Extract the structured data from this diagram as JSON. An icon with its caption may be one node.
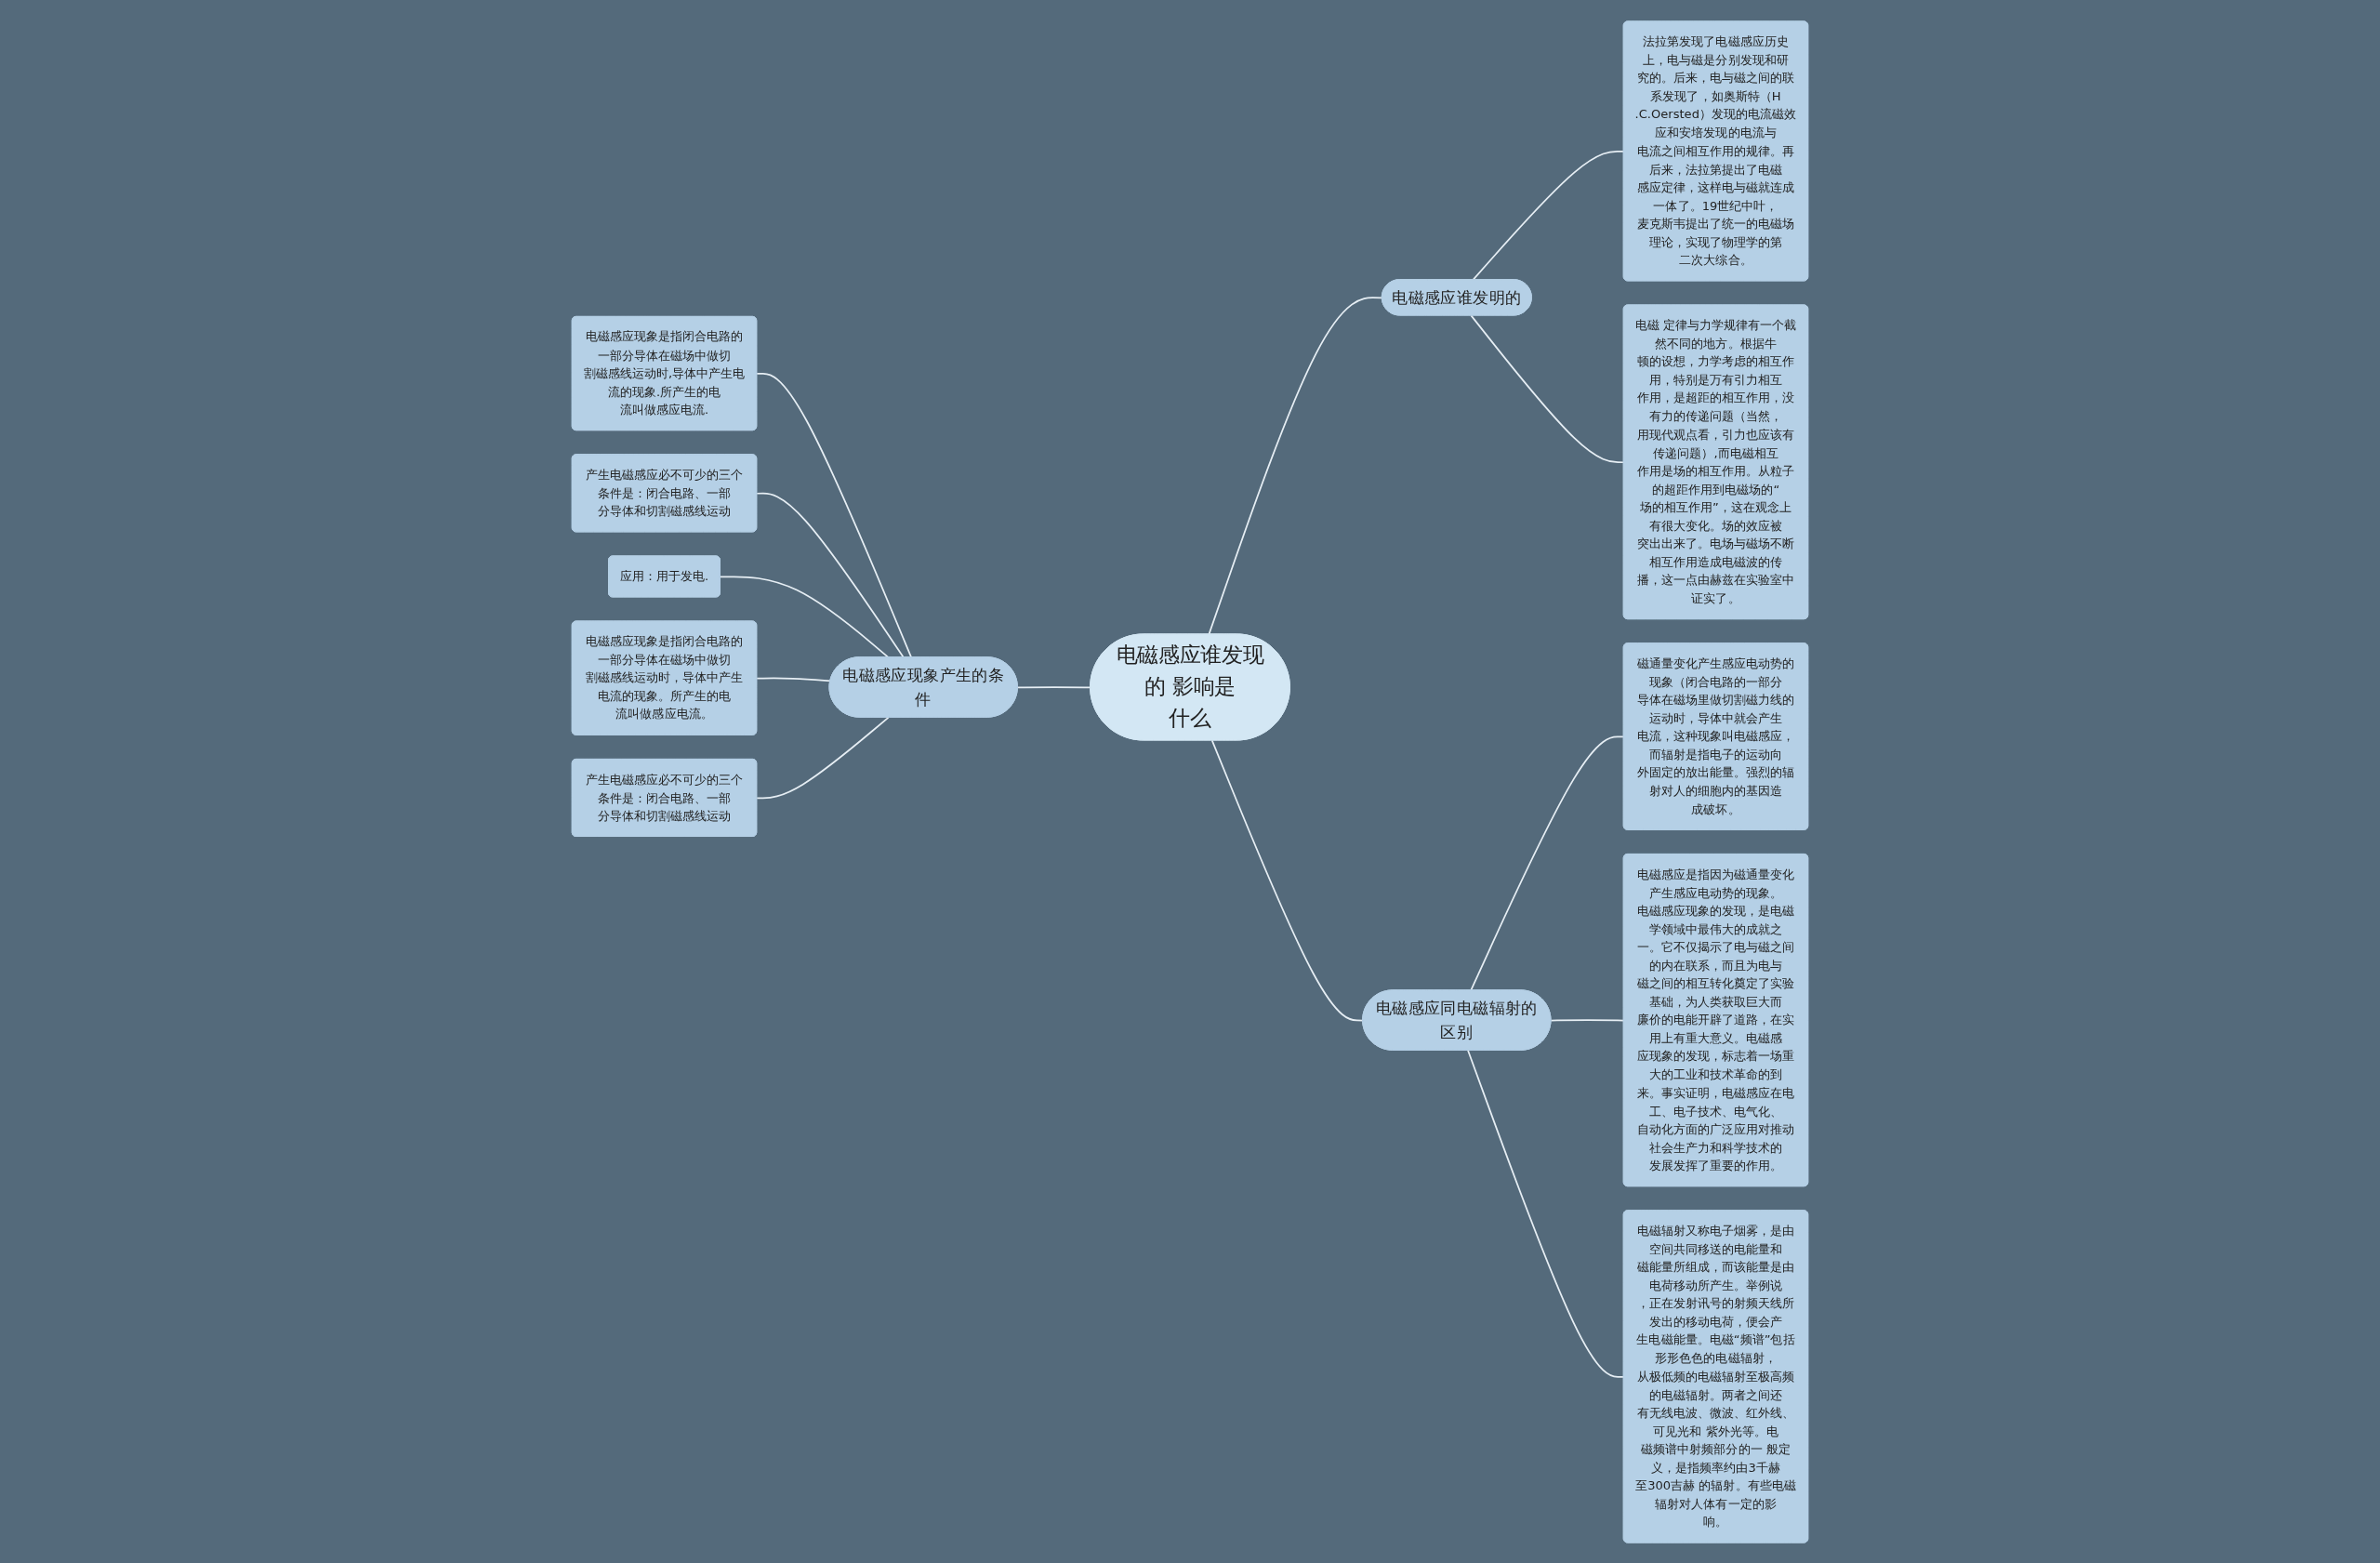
{
  "diagram": {
    "nodes": [
      {
        "text": [
          "电磁感应谁发现的 影响是什么"
        ]
      },
      {
        "text": [
          "电磁感应谁发明的"
        ]
      },
      {
        "text": [
          "法拉第发现了电磁感应历史上，电与磁是分别发现和研究的。后来，电与磁之间的联系发现了，如奥斯特（H.C.Oersted）发现的电流磁效应和安培发现的电流与电流之间相互作用的规律。再后来，法拉第提出了电磁感应定律，这样电与磁就连成一体了。19世纪中叶，麦克斯韦提出了统一的电磁场理论，实现了物理学的第二次大综合。"
        ]
      },
      {
        "text": [
          "电磁 定律与力学规律有一个截然不同的地方。根据牛顿的设想，力学考虑的相互作用，特别是万有引力相互作用，是超距的相互作用，没有力的传递问题（当然，用现代观点看，引力也应该有传递问题）,而电磁相互作用是场的相互作用。从粒子的超距作用到电磁场的“场的相互作用”，这在观念上有很大变化。场的效应被突出出来了。电场与磁场不断相互作用造成电磁波的传播，这一点由赫兹在实验室中证实了。"
        ]
      },
      {
        "text": [
          "电磁感应同电磁辐射的区别"
        ]
      },
      {
        "text": [
          "磁通量变化产生感应电动势的现象（闭合电路的一部分导体在磁场里做切割磁力线的运动时，导体中就会产生电流，这种现象叫电磁感应，而辐射是指电子的运动向外固定的放出能量。强烈的辐射对人的细胞内的基因造成破坏。"
        ]
      },
      {
        "text": [
          "电磁感应是指因为磁通量变化产生感应电动势的现象。电磁感应现象的发现，是电磁学领域中最伟大的成就之一。它不仅揭示了电与磁之间的内在联系，而且为电与磁之间的相互转化奠定了实验基础，为人类获取巨大而廉价的电能开辟了道路，在实用上有重大意义。电磁感应现象的发现，标志着一场重大的工业和技术革命的到来。事实证明，电磁感应在电工、电子技术、电气化、自动化方面的广泛应用对推动社会生产力和科学技术的发展发挥了重要的作用。"
        ]
      },
      {
        "text": [
          "电磁辐射又称电子烟雾，是由空间共同移送的电能量和磁能量所组成，而该能量是由电荷移动所产生。举例说，正在发射讯号的射频天线所发出的移动电荷，便会产生电磁能量。电磁“频谱”包括形形色色的电磁辐射，从极低频的电磁辐射至极高频的电磁辐射。两者之间还有无线电波、微波、红外线、可见光和 紫外光等。电磁频谱中射频部分的一 般定义，是指频率约由3千赫至300吉赫 的辐射。有些电磁辐射对人体有一定的影响。"
        ]
      },
      {
        "text": [
          "电磁感应现象产生的条件"
        ]
      },
      {
        "text": [
          "电磁感应现象是指闭合电路的一部分导体在磁场中做切割磁感线运动时,导体中产生电流的现象.所产生的电流叫做感应电流."
        ]
      },
      {
        "text": [
          "产生电磁感应必不可少的三个条件是：闭合电路、一部分导体和切割磁感线运动"
        ]
      },
      {
        "text": [
          "应用：用于发电."
        ]
      },
      {
        "text": [
          "电磁感应现象是指闭合电路的一部分导体在磁场中做切割磁感线运动时，导体中产生电流的现象。所产生的电流叫做感应电流。"
        ]
      },
      {
        "text": [
          "产生电磁感应必不可少的三个条件是：闭合电路、一部分导体和切割磁感线运动"
        ]
      }
    ],
    "edges": [
      {
        "from": 0,
        "to": 1,
        "arrow": "none"
      },
      {
        "from": 1,
        "to": 2,
        "arrow": "none"
      },
      {
        "from": 1,
        "to": 3,
        "arrow": "none"
      },
      {
        "from": 0,
        "to": 4,
        "arrow": "none"
      },
      {
        "from": 4,
        "to": 5,
        "arrow": "none"
      },
      {
        "from": 4,
        "to": 6,
        "arrow": "none"
      },
      {
        "from": 4,
        "to": 7,
        "arrow": "none"
      },
      {
        "from": 8,
        "to": 0,
        "arrow": "none"
      },
      {
        "from": 9,
        "to": 8,
        "arrow": "none"
      },
      {
        "from": 10,
        "to": 8,
        "arrow": "none"
      },
      {
        "from": 11,
        "to": 8,
        "arrow": "none"
      },
      {
        "from": 12,
        "to": 8,
        "arrow": "none"
      },
      {
        "from": 13,
        "to": 8,
        "arrow": "none"
      }
    ]
  }
}
